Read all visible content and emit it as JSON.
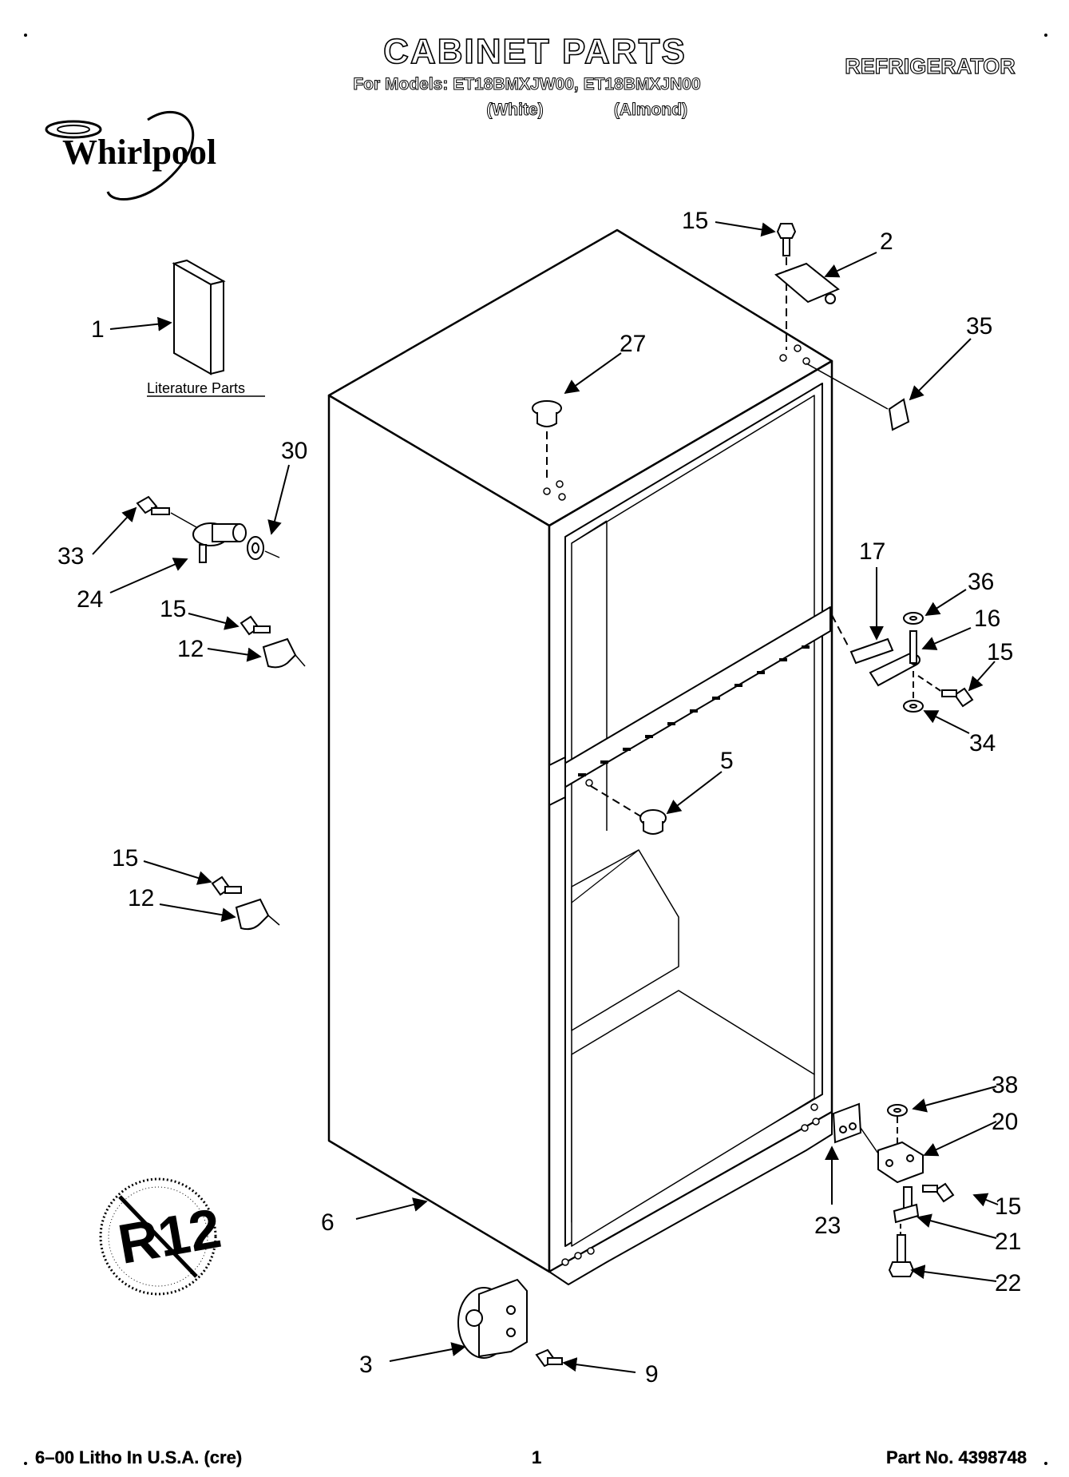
{
  "header": {
    "title": "CABINET PARTS",
    "models_line": "For Models: ET18BMXJW00, ET18BMXJN00",
    "variant_white": "(White)",
    "variant_almond": "(Almond)",
    "category": "REFRIGERATOR"
  },
  "brand": {
    "logo_text": "Whirlpool"
  },
  "literature_label": "Literature Parts",
  "badge": {
    "text": "R12",
    "icon": "no-r12-refrigerant-icon"
  },
  "callouts": {
    "c1": "1",
    "c2": "2",
    "c3": "3",
    "c5": "5",
    "c6": "6",
    "c9": "9",
    "c12a": "12",
    "c12b": "12",
    "c15a": "15",
    "c15b": "15",
    "c15c": "15",
    "c15d": "15",
    "c15e": "15",
    "c16": "16",
    "c17": "17",
    "c20": "20",
    "c21": "21",
    "c22": "22",
    "c23": "23",
    "c24": "24",
    "c27": "27",
    "c30": "30",
    "c33": "33",
    "c34": "34",
    "c35": "35",
    "c36": "36",
    "c38": "38"
  },
  "footer": {
    "left": "6–00 Litho In U.S.A. (cre)",
    "page": "1",
    "part_no": "Part No. 4398748"
  }
}
